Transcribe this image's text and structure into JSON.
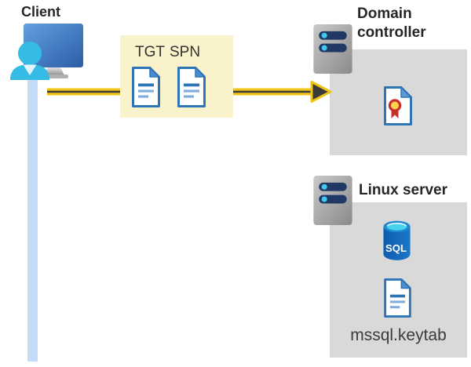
{
  "client": {
    "label": "Client"
  },
  "tickets": {
    "tgt_label": "TGT",
    "spn_label": "SPN"
  },
  "domain_controller": {
    "label": "Domain controller"
  },
  "linux_server": {
    "label": "Linux server",
    "sql_text": "SQL",
    "keytab_label": "mssql.keytab"
  },
  "colors": {
    "ticket_box_yellow": "#FAF2CB",
    "zone_gray": "#D9D9D9",
    "arrow_yellow": "#F0C514",
    "arrow_core_dark": "#3B3B3B",
    "document_blue": "#2E75B6",
    "document_fold_blue": "#4A8CD3",
    "client_line_blue": "#C3DCF8",
    "server_bar_navy": "#1F3864",
    "server_led_cyan": "#42C9F0",
    "person_cyan": "#35BCE5",
    "sql_body_blue": "#1463B8",
    "sql_top_cyan": "#45D2EC",
    "seal_yellow": "#FFD44E",
    "seal_red": "#C9302B",
    "title_text": "#262626"
  }
}
